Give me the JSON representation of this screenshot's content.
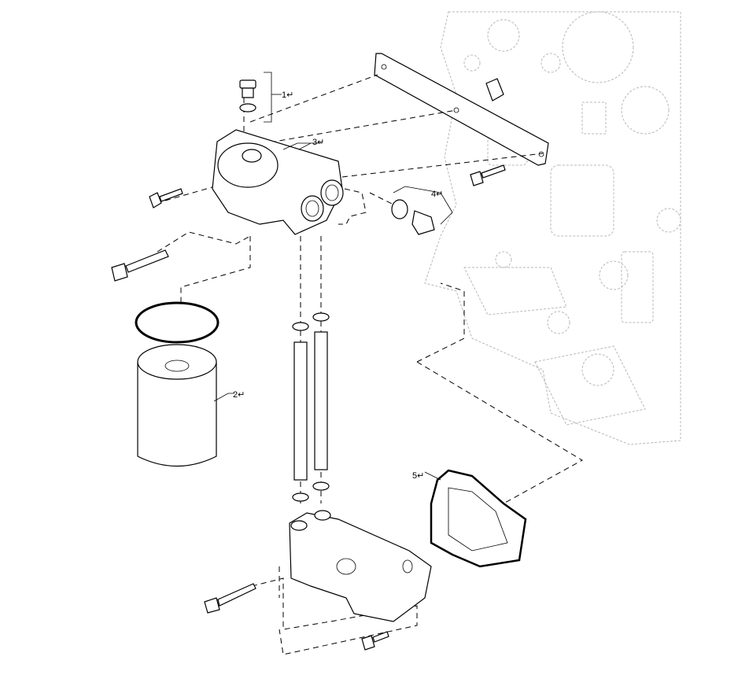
{
  "callouts": [
    {
      "id": 1,
      "label": "1↵"
    },
    {
      "id": 2,
      "label": "2↵"
    },
    {
      "id": 3,
      "label": "3↵"
    },
    {
      "id": 4,
      "label": "4↵"
    },
    {
      "id": 5,
      "label": "5↵"
    }
  ]
}
